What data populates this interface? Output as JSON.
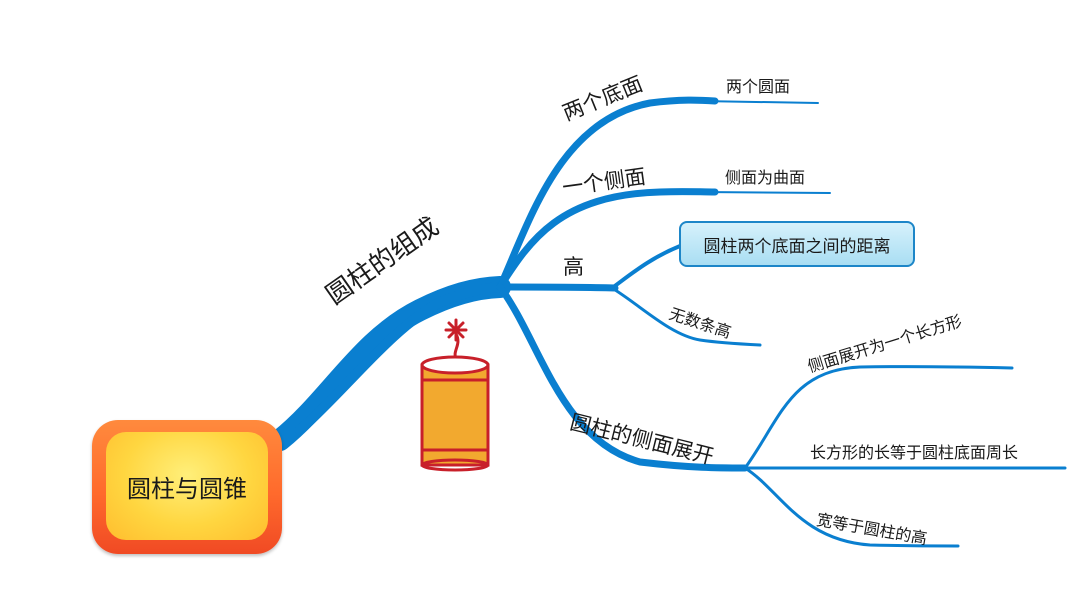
{
  "root": {
    "label": "圆柱与圆锥"
  },
  "main_branch": {
    "label": "圆柱的组成"
  },
  "branches": [
    {
      "label": "两个底面",
      "leaves": [
        "两个圆面"
      ]
    },
    {
      "label": "一个侧面",
      "leaves": [
        "侧面为曲面"
      ]
    },
    {
      "label": "高",
      "leaves": [
        "圆柱两个底面之间的距离",
        "无数条高"
      ]
    },
    {
      "label": "圆柱的侧面展开",
      "leaves": [
        "侧面展开为一个长方形",
        "长方形的长等于圆柱底面周长",
        "宽等于圆柱的高"
      ]
    }
  ],
  "colors": {
    "branch": "#0a7fd0",
    "root_outer": "#ff6a2c",
    "root_inner": "#ffd640",
    "highlight_fill": "#bfe7f6",
    "highlight_border": "#1d86c8",
    "firecracker_body": "#f2a92f",
    "firecracker_red": "#c8202a"
  },
  "icons": {
    "sticker": "firecracker-icon"
  }
}
